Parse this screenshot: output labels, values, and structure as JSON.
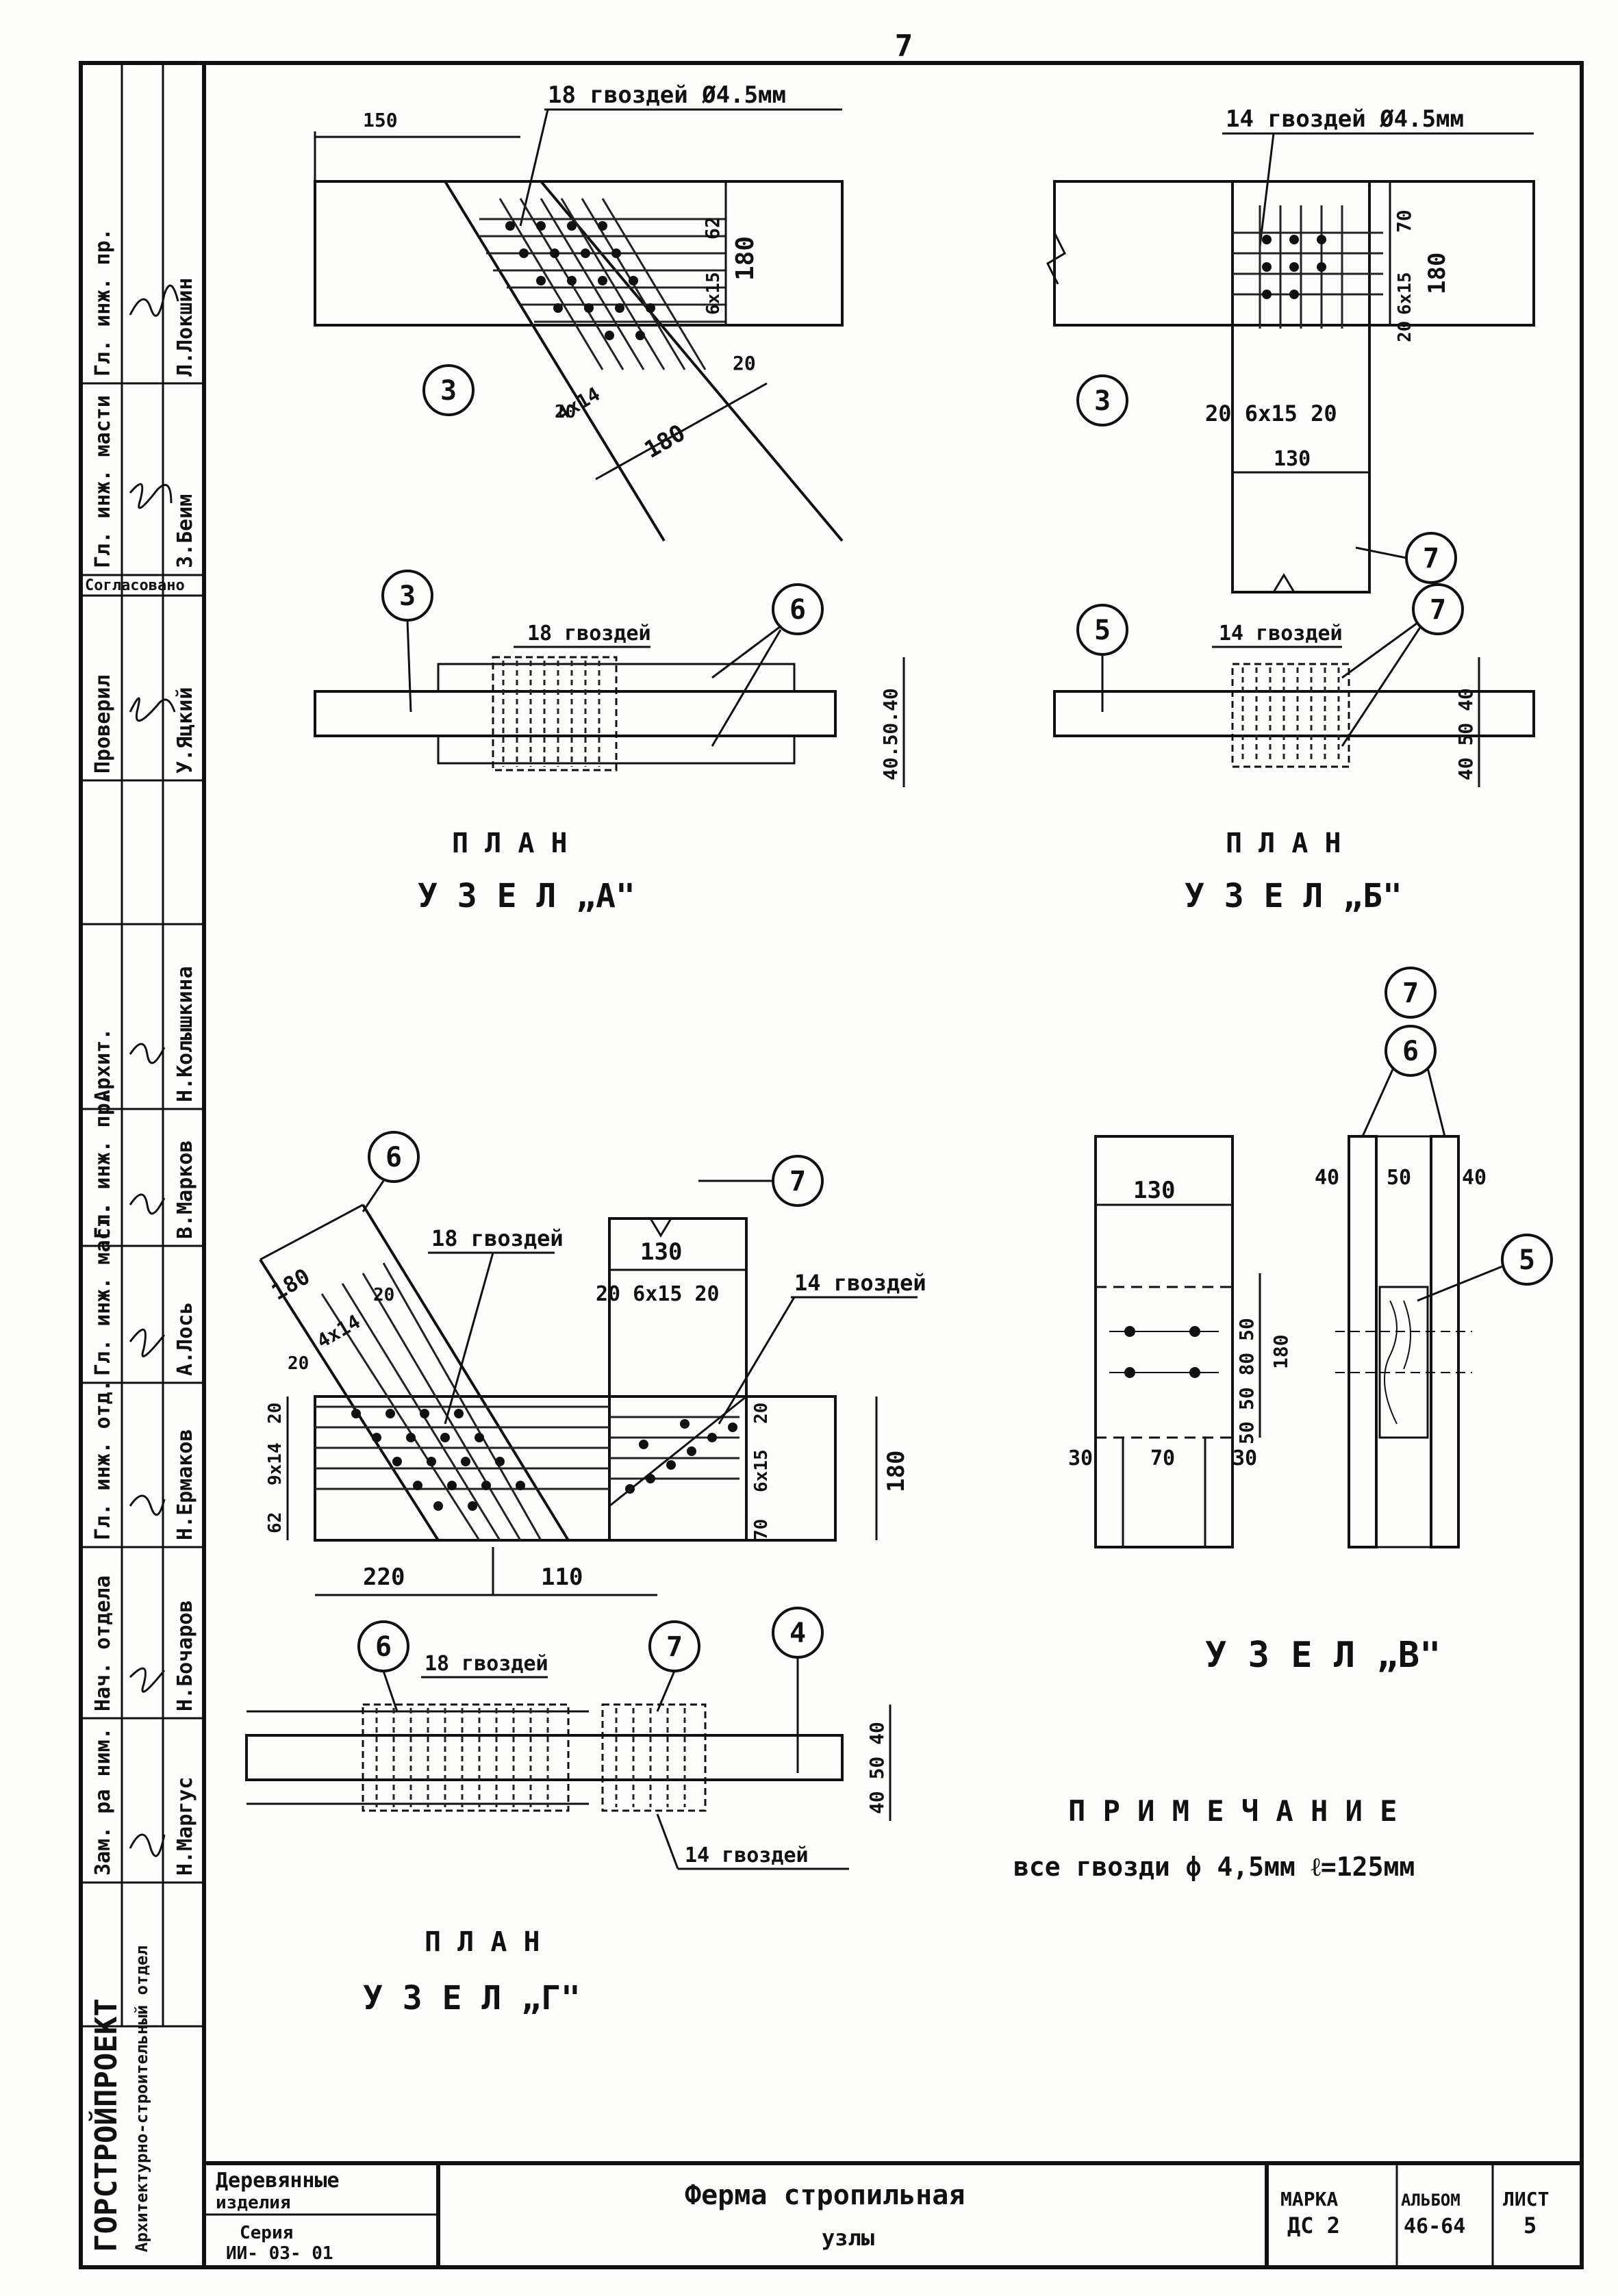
{
  "sheet_number": "7",
  "stamp": {
    "organization": "ГОРСТРОЙПРОЕКТ",
    "department": "Архитектурно-строительный отдел",
    "rows": [
      {
        "role": "Зам. ра ним.",
        "name": "Н.Маргус"
      },
      {
        "role": "Нач. отдела",
        "name": "Н.Бочаров"
      },
      {
        "role": "Гл. инж. отд.",
        "name": "Н.Ермаков"
      },
      {
        "role": "Гл. инж. маст.",
        "name": "А.Лось"
      },
      {
        "role": "Гл. инж. пр.",
        "name": "В.Марков"
      },
      {
        "role": "Архит.",
        "name": "Н.Колышкина"
      },
      {
        "role": "Проверил",
        "name": "У.Яцкий"
      },
      {
        "role": "Согласовано",
        "name": ""
      },
      {
        "role": "Гл. инж. масти",
        "name": "З.Беим"
      },
      {
        "role": "Гл. инж. пр.",
        "name": "Л.Локшин"
      }
    ]
  },
  "title_block": {
    "category_line1": "Деревянные",
    "category_line2": "изделия",
    "series_line1": "Серия",
    "series_line2": "ИИ- 03- 01",
    "title_line1": "Ферма  стропильная",
    "title_line2": "узлы",
    "mark_label": "МАРКА",
    "mark_value": "ДС 2",
    "album_label": "АЛЬБОМ",
    "album_value": "46-64",
    "sheet_label": "ЛИСТ",
    "sheet_value": "5"
  },
  "node_a": {
    "nails_top": "18 гвоздей Ø4.5мм",
    "dim_150": "150",
    "dim_62": "62",
    "dim_180": "180",
    "dim_6x15": "6х15",
    "dim_20": "20",
    "dim_4x14": "4х14",
    "dim_180b": "180",
    "dim_20b": "20",
    "marker_3": "3",
    "nails_plan": "18 гвоздей",
    "marker_6": "6",
    "dims_plan": "40.50.40",
    "caption_1": "П Л А Н",
    "caption_2": "У З Е Л  „А\""
  },
  "node_b": {
    "nails_top": "14 гвоздей Ø4.5мм",
    "dim_70": "70",
    "dim_180": "180",
    "dim_6x15": "6х15",
    "dim_20": "20",
    "dim_row": "20  6х15  20",
    "dim_130": "130",
    "marker_3": "3",
    "marker_7": "7",
    "nails_plan": "14 гвоздей",
    "marker_5": "5",
    "marker_7b": "7",
    "dims_plan": "40 50 40",
    "caption_1": "П Л А Н",
    "caption_2": "У З Е Л  „Б\""
  },
  "node_v": {
    "marker_7": "7",
    "marker_6": "6",
    "marker_5": "5",
    "dim_130": "130",
    "dim_40a": "40",
    "dim_50": "50",
    "dim_40b": "40",
    "dim_30a": "30",
    "dim_70": "70",
    "dim_30b": "30",
    "dim_50_80_50": "50 80 50",
    "dim_180": "180",
    "dim_50b": "50",
    "caption": "У З Е Л  „В\""
  },
  "node_g": {
    "marker_6": "6",
    "marker_7": "7",
    "nails_diag": "18 гвоздей",
    "nails_vert": "14 гвоздей",
    "dim_130": "130",
    "dim_row": "20  6х15  20",
    "dim_180": "180",
    "dim_20a": "20",
    "dim_4x14": "4х14",
    "dim_20b": "20",
    "dim_20c": "20",
    "dim_9x14": "9х14",
    "dim_62": "62",
    "dim_6x15": "6х15",
    "dim_70": "70",
    "dim_20d": "20",
    "dim_180v": "180",
    "dim_220": "220",
    "dim_110": "110",
    "marker_4": "4",
    "marker_6b": "6",
    "marker_7b": "7",
    "nails_plan": "18 гвоздей",
    "nails_plan2": "14 гвоздей",
    "dims_plan": "40 50 40",
    "caption_1": "П Л А Н",
    "caption_2": "У З Е Л  „Г\""
  },
  "note": {
    "heading": "П Р И М Е Ч А Н И Е",
    "text": "все гвозди ф 4,5мм  ℓ=125мм"
  }
}
